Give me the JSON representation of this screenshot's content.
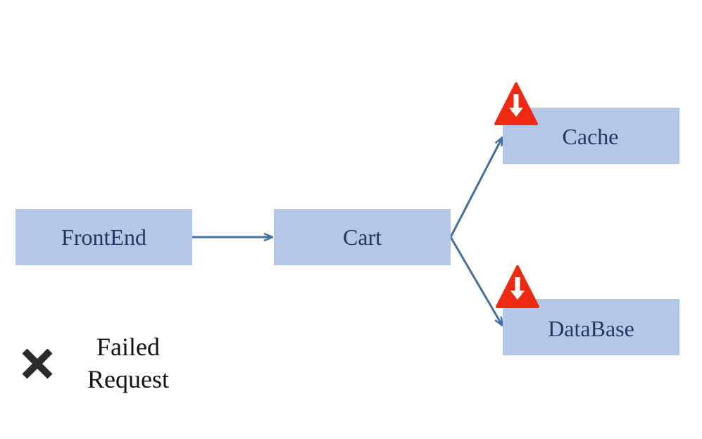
{
  "diagram": {
    "nodes": [
      {
        "id": "frontend",
        "label": "FrontEnd",
        "warning": false
      },
      {
        "id": "cart",
        "label": "Cart",
        "warning": false
      },
      {
        "id": "cache",
        "label": "Cache",
        "warning": true
      },
      {
        "id": "database",
        "label": "DataBase",
        "warning": true
      }
    ],
    "edges": [
      {
        "from": "frontend",
        "to": "cart"
      },
      {
        "from": "cart",
        "to": "cache"
      },
      {
        "from": "cart",
        "to": "database"
      }
    ],
    "colors": {
      "node_fill": "#b4c7e7",
      "node_text": "#1f3864",
      "edge": "#41719c",
      "warning": "#ee2a12",
      "legend_mark": "#2b2b2b"
    }
  },
  "legend": {
    "icon": "x-mark-icon",
    "line1": "Failed",
    "line2": "Request"
  }
}
